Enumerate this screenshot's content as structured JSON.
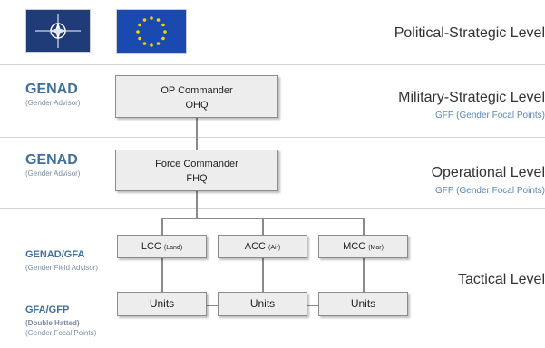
{
  "levels": {
    "political": {
      "title": "Political-Strategic Level"
    },
    "military": {
      "title": "Military-Strategic Level",
      "sub": "GFP (Gender Focal Points)"
    },
    "operational": {
      "title": "Operational Level",
      "sub": "GFP (Gender Focal Points)"
    },
    "tactical": {
      "title": "Tactical Level"
    }
  },
  "roles": {
    "genad1": {
      "title": "GENAD",
      "sub": "(Gender Advisor)"
    },
    "genad2": {
      "title": "GENAD",
      "sub": "(Gender Advisor)"
    },
    "genad_gfa": {
      "title": "GENAD/GFA",
      "sub": "(Gender Field Advisor)"
    },
    "gfa_gfp": {
      "title": "GFA/GFP",
      "sub1": "(Double Hatted)",
      "sub2": "(Gender Focal Points)"
    }
  },
  "boxes": {
    "op_commander": {
      "line1": "OP Commander",
      "line2": "OHQ"
    },
    "force_commander": {
      "line1": "Force Commander",
      "line2": "FHQ"
    },
    "lcc": {
      "label": "LCC",
      "sub": "(Land)"
    },
    "acc": {
      "label": "ACC",
      "sub": "(Air)"
    },
    "mcc": {
      "label": "MCC",
      "sub": "(Mar)"
    },
    "units": [
      "Units",
      "Units",
      "Units"
    ]
  },
  "colors": {
    "nato_blue": "#1f3b78",
    "eu_blue": "#1a49b0",
    "eu_star": "#f5d300",
    "role_blue": "#3f6f9f",
    "box_fill": "#ededed"
  },
  "icons": {
    "nato": "nato-flag-icon",
    "eu": "eu-flag-icon"
  }
}
